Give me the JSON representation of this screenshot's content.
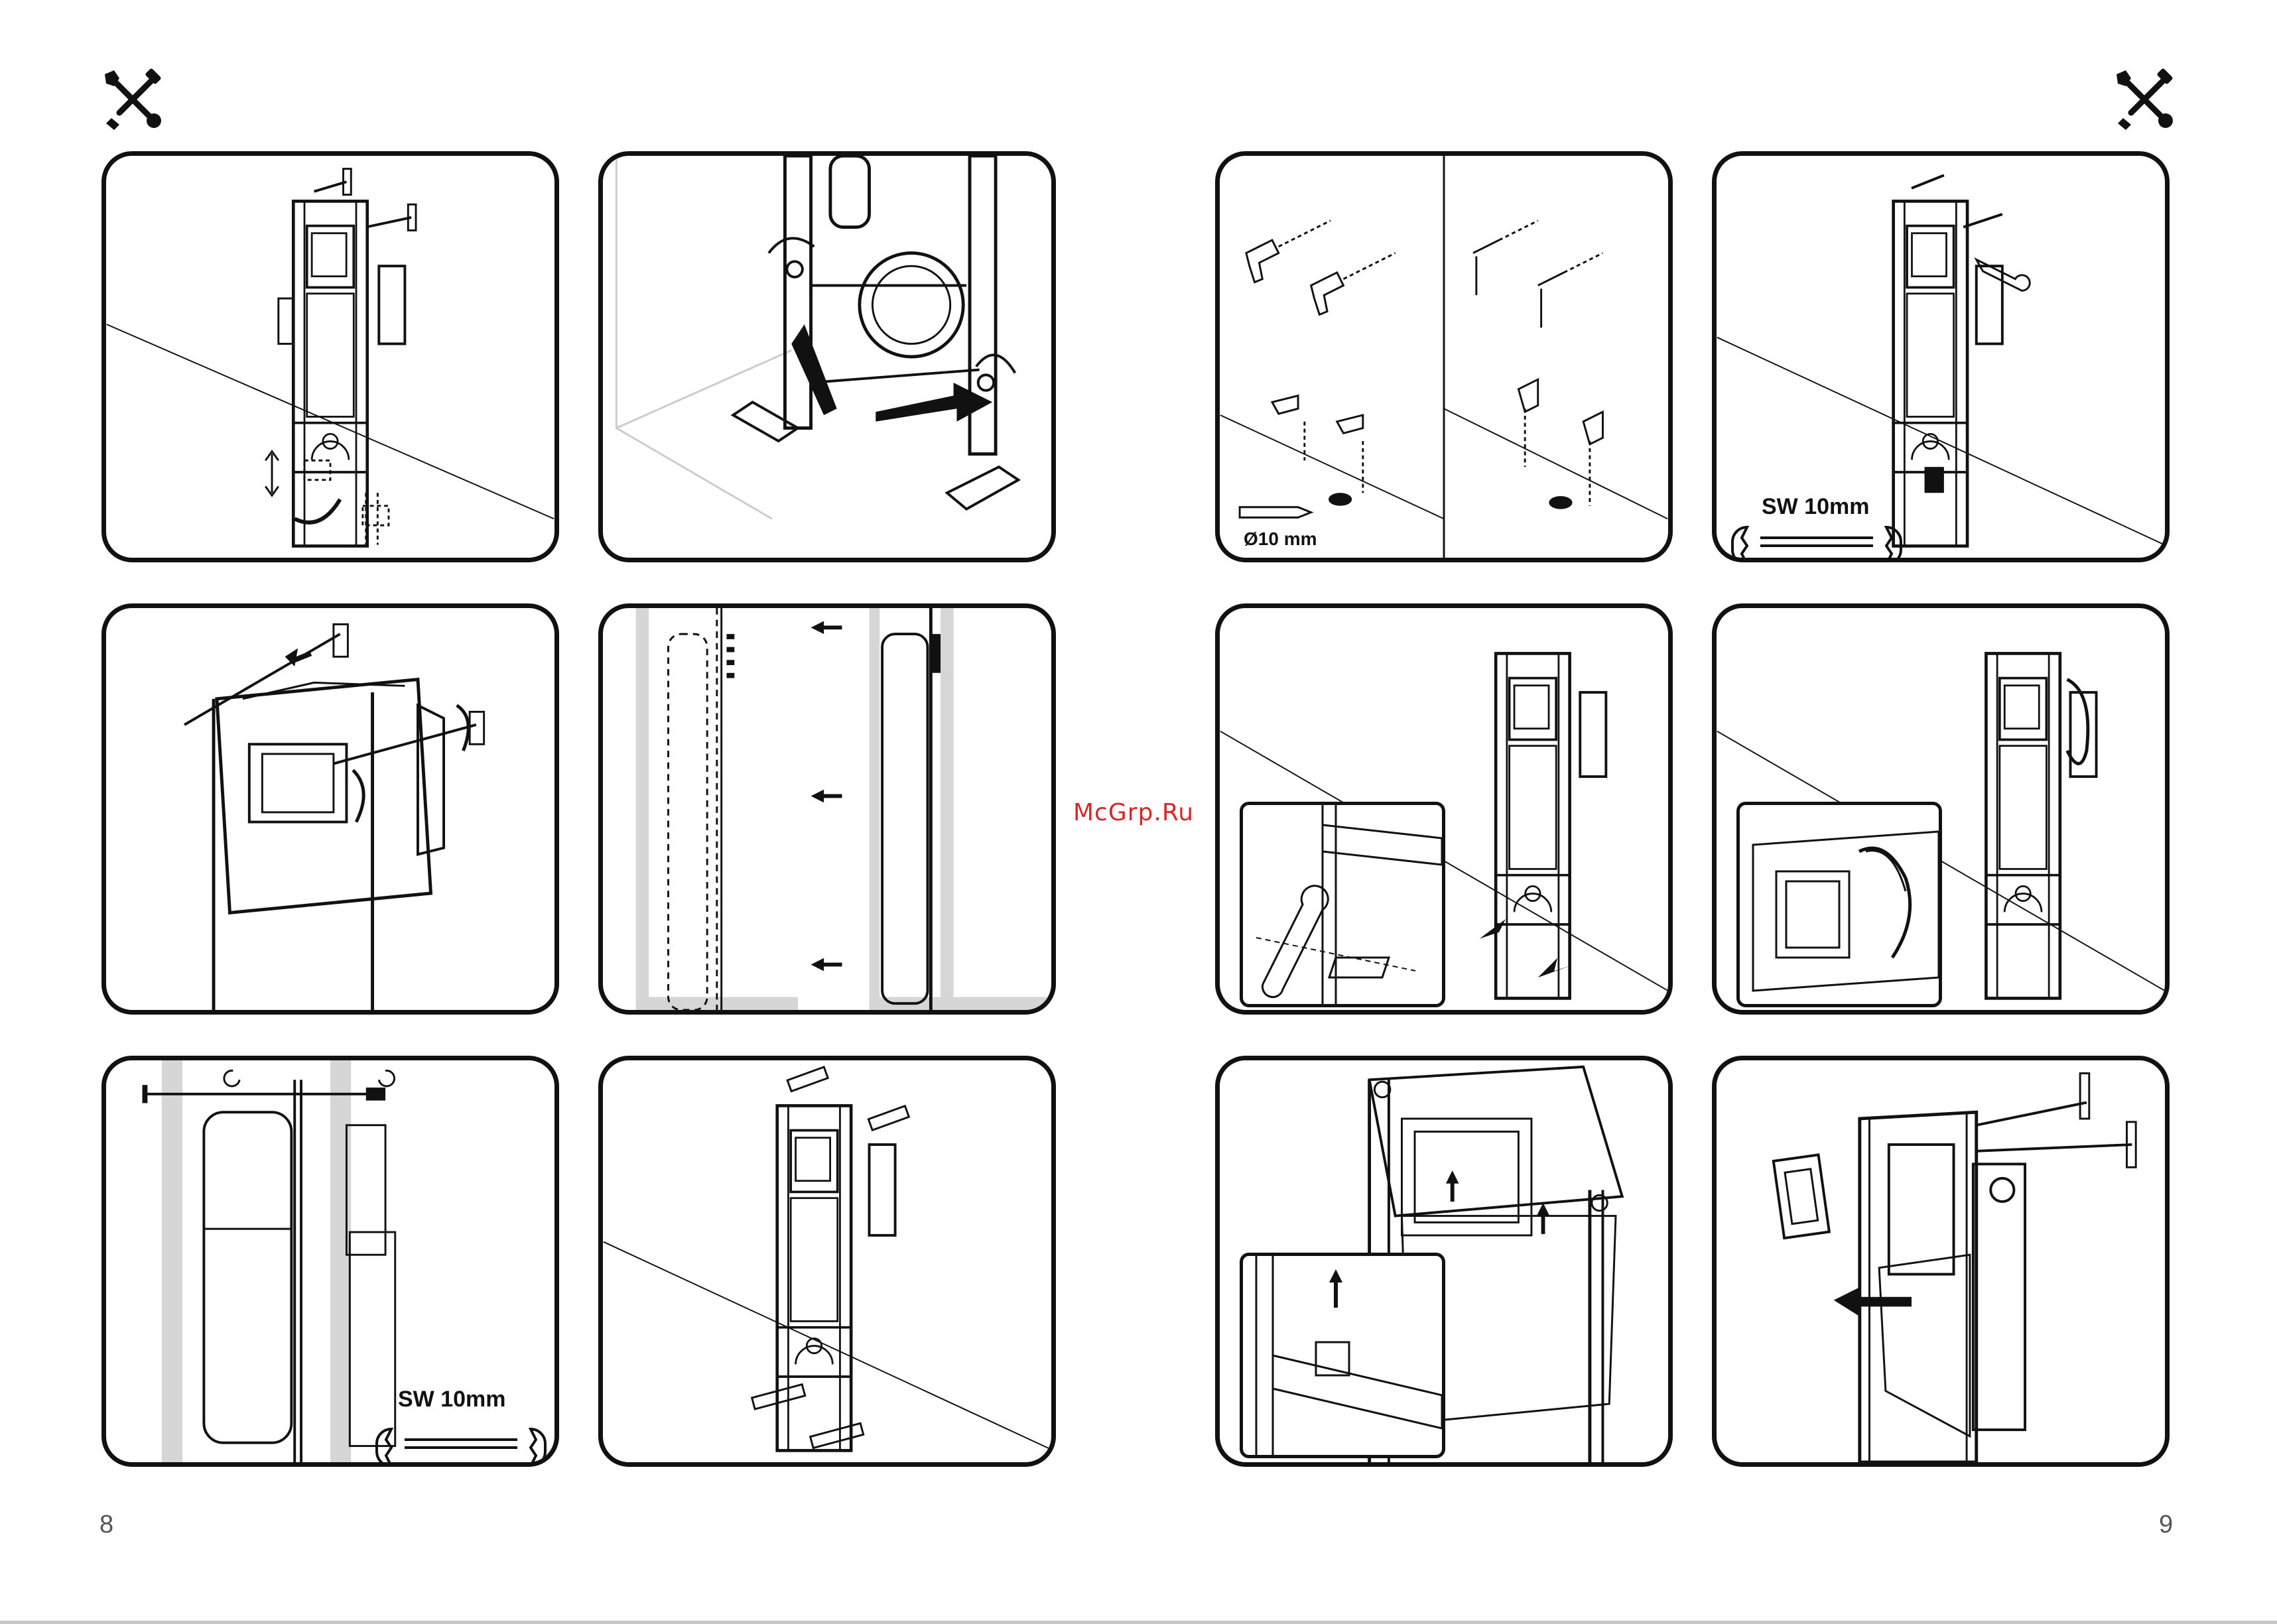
{
  "pages": {
    "left": {
      "page_number": "8"
    },
    "right": {
      "page_number": "9"
    }
  },
  "watermark": "McGrp.Ru",
  "icons": {
    "tools": "wrench-screwdriver-icon"
  },
  "labels": {
    "drill_size": "Ø10 mm",
    "wrench_size_top": "SW 10mm",
    "wrench_size_bottom": "SW 10mm"
  },
  "colors": {
    "line": "#111111",
    "wall": "#d6d6d6",
    "accent": "#d62828"
  }
}
